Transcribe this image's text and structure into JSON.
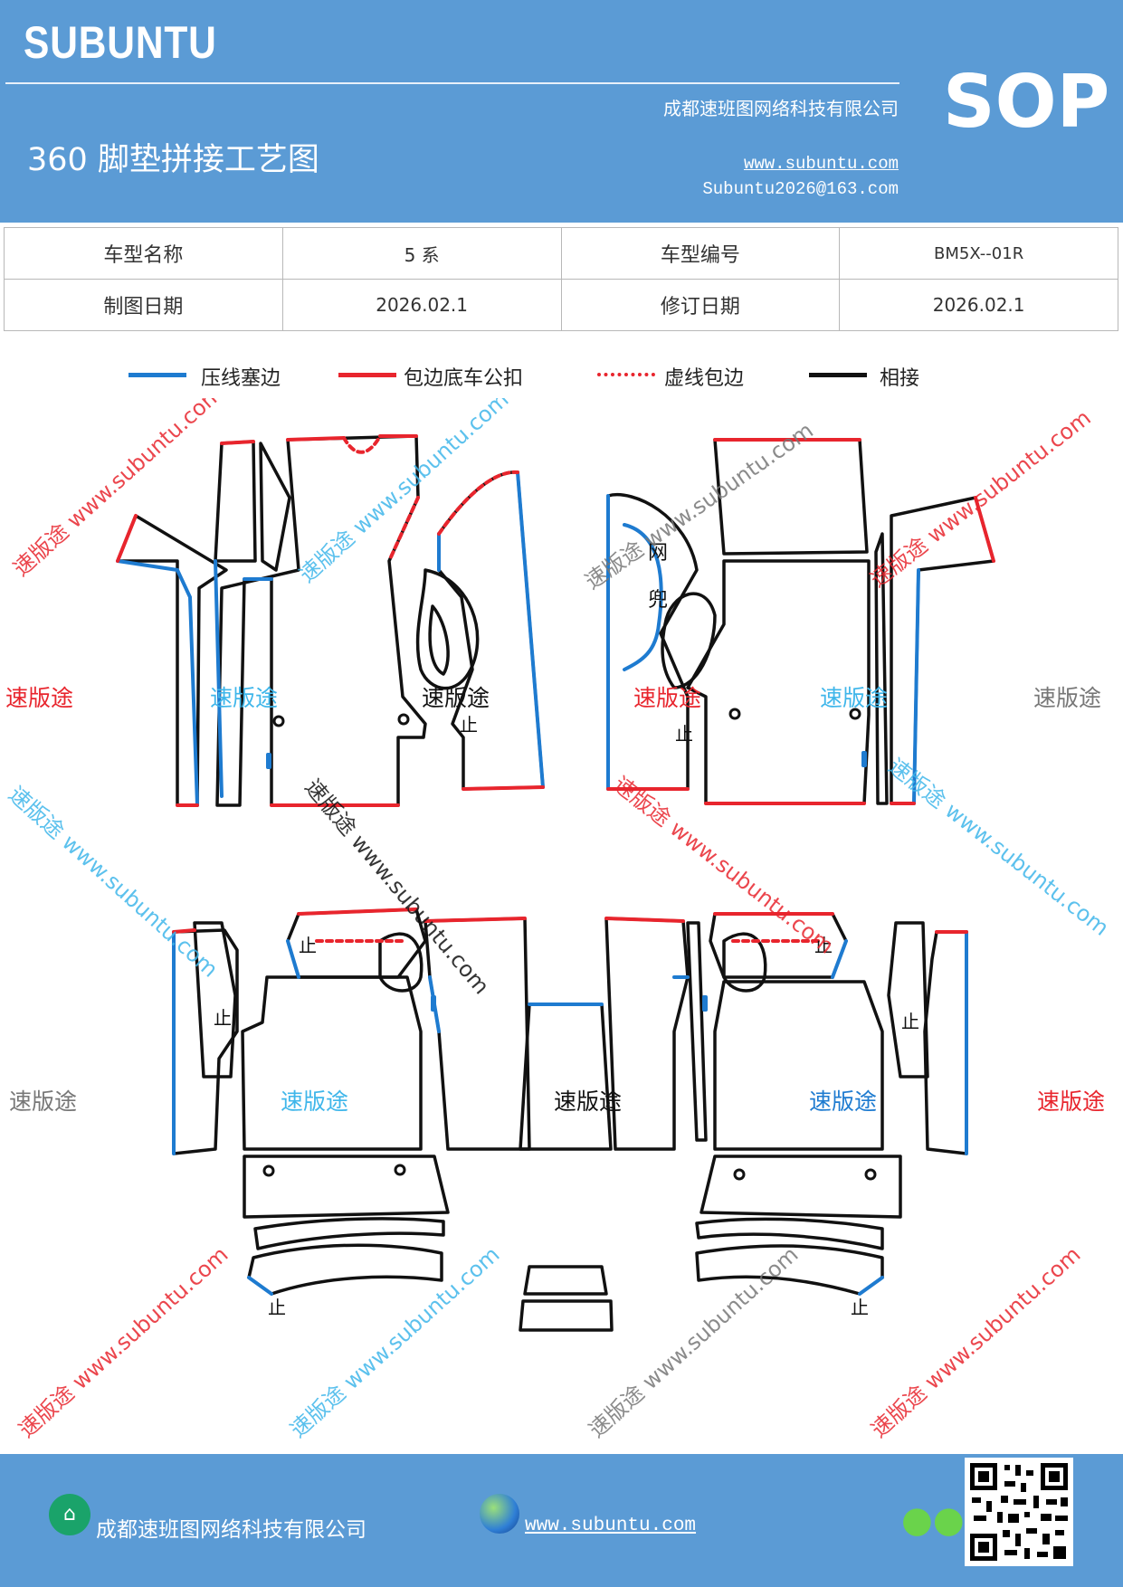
{
  "header": {
    "brand": "SUBUNTU",
    "company": "成都速班图网络科技有限公司",
    "doc_title": "360 脚垫拼接工艺图",
    "website": "www.subuntu.com",
    "email": "Subuntu2026@163.com",
    "sop": "SOP"
  },
  "info_table": {
    "row1": [
      "车型名称",
      "5 系",
      "车型编号",
      "BM5X--01R"
    ],
    "row2": [
      "制图日期",
      "2026.02.1",
      "修订日期",
      "2026.02.1"
    ]
  },
  "legend": [
    {
      "label": "压线塞边",
      "color": "#1e7bd0",
      "style": "solid"
    },
    {
      "label": "包边底车公扣",
      "color": "#e8252d",
      "style": "solid"
    },
    {
      "label": "虚线包边",
      "color": "#e8252d",
      "style": "dashed"
    },
    {
      "label": "相接",
      "color": "#111111",
      "style": "solid"
    }
  ],
  "parts_labels": {
    "net_pocket_1": "网",
    "net_pocket_2": "兜",
    "stop_mark": "止"
  },
  "watermarks": {
    "brand_cn": "速版途",
    "brand_url": "速版途 www.subuntu.com",
    "colors": {
      "red": "#e8252d",
      "cyan": "#3fb6ea",
      "gray": "#777777",
      "black": "#111111"
    }
  },
  "footer": {
    "company": "成都速班图网络科技有限公司",
    "website": "www.subuntu.com"
  },
  "colors": {
    "header_bg": "#5b9bd5",
    "blue_edge": "#1e7bd0",
    "red_edge": "#e8252d"
  }
}
